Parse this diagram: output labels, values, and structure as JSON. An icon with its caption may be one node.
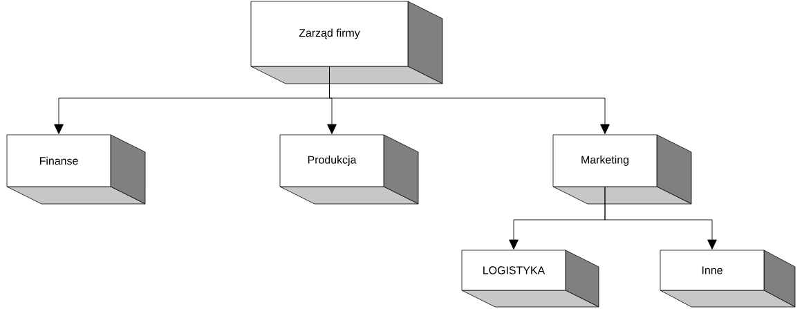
{
  "diagram": {
    "nodes": [
      {
        "text": [
          "Zarząd firmy"
        ]
      },
      {
        "text": [
          "Finanse"
        ]
      },
      {
        "text": [
          "Produkcja"
        ]
      },
      {
        "text": [
          "Marketing"
        ]
      },
      {
        "text": [
          "LOGISTYKA"
        ]
      },
      {
        "text": [
          "Inne"
        ]
      }
    ],
    "edges": [
      {
        "from": 0,
        "to": 1,
        "arrow": "to"
      },
      {
        "from": 0,
        "to": 2,
        "arrow": "to"
      },
      {
        "from": 0,
        "to": 3,
        "arrow": "to"
      },
      {
        "from": 3,
        "to": 4,
        "arrow": "to"
      },
      {
        "from": 3,
        "to": 5,
        "arrow": "to"
      }
    ]
  }
}
